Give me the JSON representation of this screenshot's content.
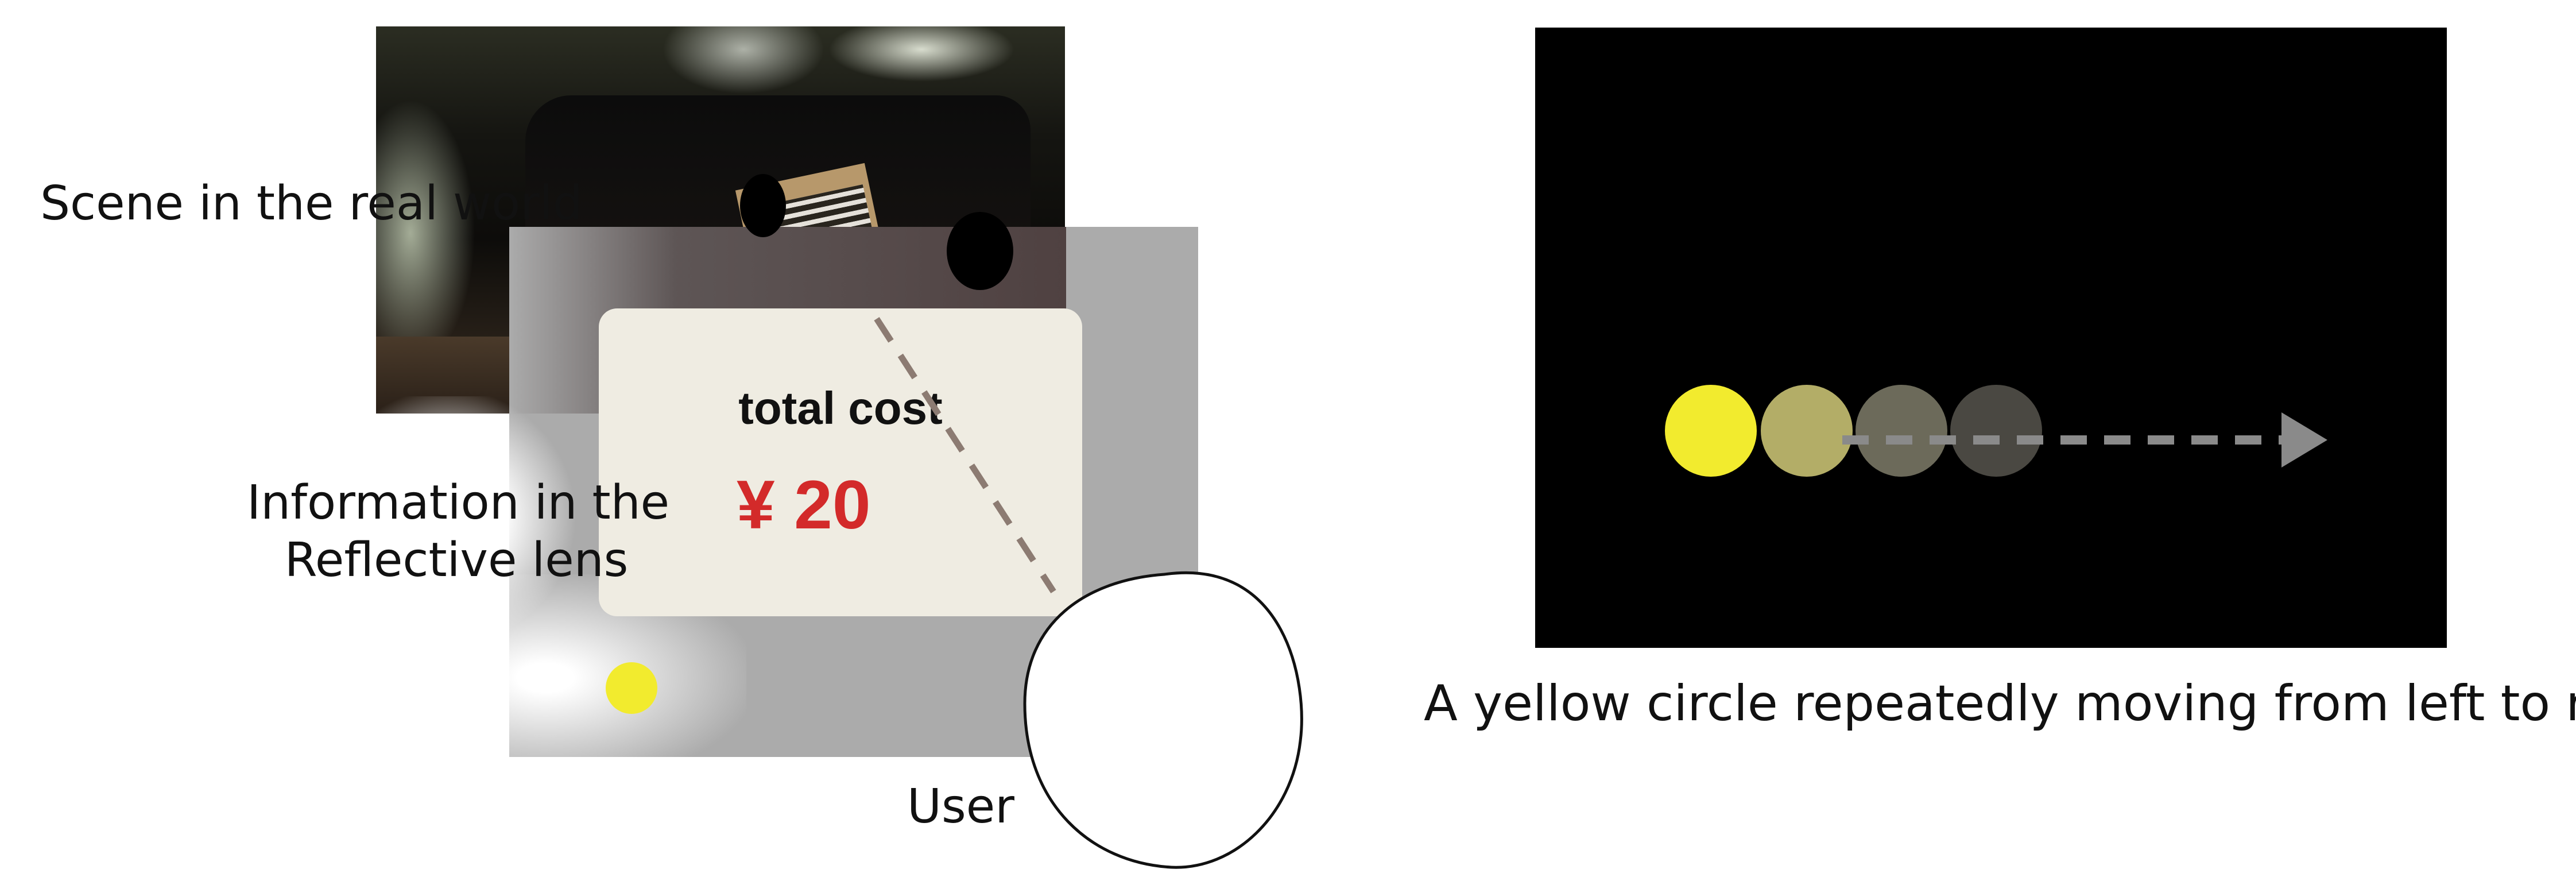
{
  "scene": {
    "scene_label": "Scene in the real world",
    "info_label_line1": "Information in the",
    "info_label_line2": "Reflective lens",
    "user_label": "User"
  },
  "info_card": {
    "title": "total cost",
    "price": "¥  20",
    "price_color": "#d32a2a"
  },
  "animation": {
    "caption": "A yellow circle repeatedly moving from left to right",
    "circle_colors": [
      "#f2eb2e",
      "#b3ad67",
      "#6c6a5a",
      "#4a4842"
    ],
    "arrow_color": "#8a8a8a",
    "background": "#000000"
  },
  "colors": {
    "lens_gray": "#ababab",
    "card": "#efece2",
    "yellow_dot": "#f2eb2e"
  }
}
